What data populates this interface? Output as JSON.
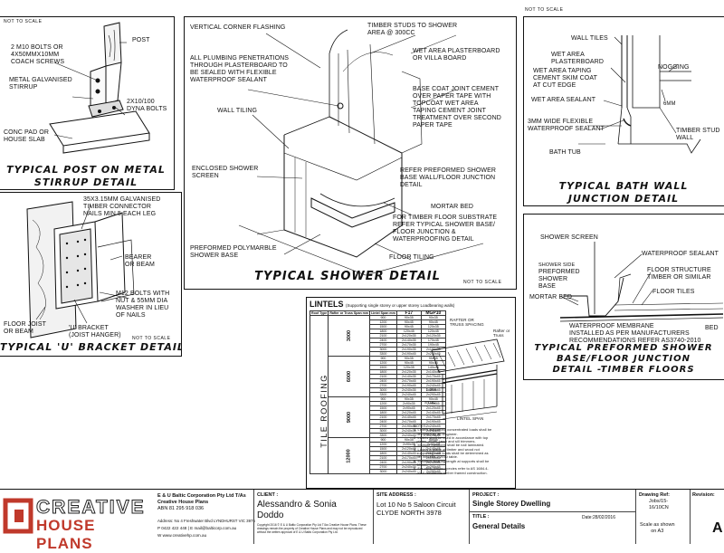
{
  "post_detail": {
    "not_to_scale": "NOT TO SCALE",
    "labels": {
      "post": "POST",
      "bolts": "2 M10 BOLTS OR\n4x50mmx10mm\nCOACH SCREWS",
      "stirrup": "METAL GALVANISED\nSTIRRUP",
      "dyna": "2x10/100\nDYNA BOLTS",
      "conc": "CONC PAD OR\nHOUSE SLAB"
    },
    "title": "TYPICAL POST ON METAL\nSTIRRUP DETAIL"
  },
  "bracket_detail": {
    "not_to_scale": "NOT TO SCALE",
    "labels": {
      "connector": "35x3.15mm GALVANISED\nTIMBER CONNECTOR\nNAILS MIN 5 EACH LEG",
      "bearer": "BEARER\nOR BEAM",
      "m12": "M12 BOLTS WITH\nNUT & 55mm DIA\nWASHER IN LIEU\nOF NAILS",
      "joist": "FLOOR JOIST\nOR BEAM",
      "hanger": "'U' BRACKET\n(JOIST HANGER)"
    },
    "title": "TYPICAL 'U' BRACKET DETAIL"
  },
  "shower_detail": {
    "not_to_scale": "NOT TO SCALE",
    "labels": {
      "flashing": "VERTICAL CORNER FLASHING",
      "studs": "TIMBER STUDS TO SHOWER\nAREA @ 300cc",
      "plumbing": "ALL PLUMBING PENETRATIONS\nTHROUGH PLASTERBOARD TO\nBE SEALED WITH FLEXIBLE\nWATERPROOF SEALANT",
      "wet_area": "WET AREA PLASTERBOARD\nOR VILLA BOARD",
      "basecoat": "BASE COAT JOINT CEMENT\nOVER PAPER TAPE WITH\nTOPCOAT WET AREA\nTAPING CEMENT JOINT\nTREATMENT OVER SECOND\nPAPER TAPE",
      "wall_tiling": "WALL TILING",
      "enclosed": "ENCLOSED SHOWER\nSCREEN",
      "refer": "REFER PREFORMED SHOWER\nBASE WALL/FLOOR JUNCTION\nDETAIL",
      "mortar": "MORTAR BED",
      "timber_floor": "FOR TIMBER FLOOR SUBSTRATE\nREFER TYPICAL SHOWER BASE/\nFLOOR JUNCTION &\nWATERPROOFING DETAIL",
      "polymarble": "PREFORMED POLYMARBLE\nSHOWER BASE",
      "floor_tiling": "FLOOR TILING"
    },
    "title": "TYPICAL SHOWER DETAIL"
  },
  "bath_detail": {
    "labels": {
      "wall_tiles": "WALL TILES",
      "wet_pb": "WET AREA\nPLASTERBOARD",
      "taping": "WET AREA TAPING\nCEMENT SKIM COAT\nAT CUT EDGE",
      "nogging": "NOGGING",
      "sealant": "WET AREA SEALANT",
      "flexible": "3mm WIDE FLEXIBLE\nWATERPROOF SEALANT",
      "stud": "TIMBER STUD\nWALL",
      "tub": "BATH TUB",
      "dim": "6mm"
    },
    "title": "TYPICAL BATH WALL\nJUNCTION DETAIL"
  },
  "base_detail": {
    "labels": {
      "screen": "SHOWER SCREEN",
      "wp_sealant": "WATERPROOF SEALANT",
      "side": "SHOWER SIDE",
      "preformed": "PREFORMED\nSHOWER\nBASE",
      "structure": "FLOOR STRUCTURE\nTIMBER OR SIMILAR",
      "floor_tiles": "FLOOR TILES",
      "mortar": "MORTAR BED",
      "membrane": "WATERPROOF MEMBRANE\nINSTALLED AS PER MANUFACTURERS\nRECOMMENDATIONS REFER AS3740-2010",
      "bed": "BED"
    },
    "title": "TYPICAL PREFORMED SHOWER\nBASE/FLOOR JUNCTION\nDETAIL -TIMBER FLOORS"
  },
  "lintels": {
    "heading": "LINTELS",
    "subheading": "(Supporting single storey or upper storey Loadbearing walls)",
    "roofing": "TILE ROOFING",
    "headers": [
      "Roof Type",
      "Rafter or Truss Span mm",
      "Lintel Span mm",
      "F17",
      "MGP10"
    ],
    "groups": [
      {
        "span": "3000",
        "rows": [
          [
            "900",
            "90x35",
            "90x35"
          ],
          [
            "1200",
            "90x45",
            "90x45"
          ],
          [
            "1500",
            "90x45",
            "120x35"
          ],
          [
            "1800",
            "120x45",
            "120x45"
          ],
          [
            "2100",
            "2x120x35",
            "2x120x35"
          ],
          [
            "2400",
            "2x140x35",
            "170x45"
          ],
          [
            "2700",
            "2x170x35",
            "190x45"
          ],
          [
            "3000",
            "2x190x35",
            "2x190x35"
          ],
          [
            "3300",
            "2x190x45",
            "2x240x45"
          ]
        ]
      },
      {
        "span": "6000",
        "rows": [
          [
            "900",
            "90x35",
            "90x35"
          ],
          [
            "1200",
            "90x45",
            "90x45"
          ],
          [
            "1500",
            "120x35",
            "140x45"
          ],
          [
            "1800",
            "2x120x35",
            "2x140x45"
          ],
          [
            "2100",
            "2x140x35",
            "2x170x45"
          ],
          [
            "2400",
            "2x170x45",
            "2x190x45"
          ],
          [
            "2700",
            "2x190x45",
            "2x240x45"
          ],
          [
            "3000",
            "2x240x35",
            "2x290x45"
          ],
          [
            "3300",
            "2x240x45",
            "2x290x45"
          ]
        ]
      },
      {
        "span": "9000",
        "rows": [
          [
            "900",
            "90x35",
            "90x45"
          ],
          [
            "1200",
            "2x90x35",
            "2x90x45"
          ],
          [
            "1500",
            "2x90x45",
            "2x120x45"
          ],
          [
            "1800",
            "2x120x45",
            "2x140x45"
          ],
          [
            "2100",
            "2x140x45",
            "2x170x45"
          ],
          [
            "2400",
            "2x170x45",
            "2x190x45"
          ],
          [
            "2700",
            "2x190x45",
            "2x240x45"
          ],
          [
            "3000",
            "2x240x35",
            "2x290x45"
          ],
          [
            "3300",
            "2x240x45",
            "3x290x45"
          ]
        ]
      },
      {
        "span": "12000",
        "rows": [
          [
            "900",
            "90x35",
            "90x45"
          ],
          [
            "1200",
            "2x90x35",
            "2x90x45"
          ],
          [
            "1500",
            "2x120x45",
            "2x140x45"
          ],
          [
            "1800",
            "2x140x45",
            "2x170x45"
          ],
          [
            "2100",
            "2x170x45",
            "2x190x45"
          ],
          [
            "2400",
            "2x190x45",
            "2x240x45"
          ],
          [
            "2700",
            "2x240x35",
            "2x290x45"
          ],
          [
            "3000",
            "2x240x45",
            "2x290x45"
          ]
        ]
      }
    ],
    "diagram": {
      "rafter": "RAFTER OR\nTRUSS SPACING",
      "rafter_truss": "Rafter or\nTruss",
      "lintel": "Lintel",
      "stud": "STUD",
      "lintel_span": "LINTEL SPAN"
    },
    "notes": "NOTES:\n1. Lintels supporting concentrated loads shall be\n   designed by an Engineer.\n2. Lintels shall be used in accordance with top\n   plates, studs, jamb and sill trimmers.\n3. Multiple members shall be nail laminated.\n4. Lintels a grade of timber and wood not\n   supporting roof loads shall be determined as\n   per AS1684.2-2010 table.\n5. Minimum bearing length at supports shall be\n   50mm.\n6. For other timber species refer to AS 1684.4-\n   2010 residential timber framed construction."
  },
  "title_block": {
    "logo_top": "CREATIVE",
    "logo_bottom": "HOUSE PLANS",
    "company": "E & U Baltic Corporation Pty Ltd T/As\nCreative House Plans",
    "abn": "ABN 81 295 918 036",
    "address": "Address: No 4 Freshwater Blvd LYNDHURST VIC 3975",
    "phone": "P 0422 422 448  |  E mail@balticorp.com.au",
    "web": "W www.creativehp.com.au",
    "client_label": "CLIENT :",
    "client": "Alessandro & Sonia\nDoddo",
    "copyright": "Copyright 2016 © E & U Baltic Corporation Pty Ltd T/As Creative House Plans. These drawings remain the property of Creative House Plans and may not be reproduced without the written approval of E & U Baltic Corporation Pty Ltd.",
    "site_label": "SITE ADDRESS :",
    "site": "Lot 10 No 5 Saloon Circuit\nCLYDE NORTH 3978",
    "project_label": "PROJECT :",
    "project": "Single Storey Dwelling",
    "title_label": "TITLE :",
    "title": "General Details",
    "date": "Date:28/02/2016",
    "ref_label": "Drawing Ref:",
    "ref": "Jobs/15-\n16/10CN",
    "scale": "Scale as shown\non A3",
    "rev_label": "Revision:",
    "sheet": "A"
  },
  "top_note": "NOT TO SCALE"
}
